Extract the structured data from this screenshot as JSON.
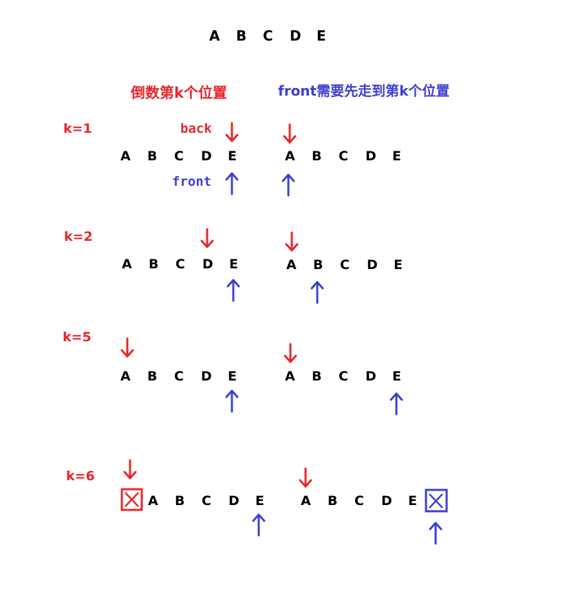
{
  "colors": {
    "red": "#e8262d",
    "blue": "#3f3fcf",
    "black": "#000000"
  },
  "top_sequence": [
    "A",
    "B",
    "C",
    "D",
    "E"
  ],
  "headings": {
    "left": "倒数第k个位置",
    "right": "front需要先走到第k个位置"
  },
  "pointer_labels": {
    "back": "back",
    "front": "front"
  },
  "rows": [
    {
      "k_label": "k=1"
    },
    {
      "k_label": "k=2"
    },
    {
      "k_label": "k=5"
    },
    {
      "k_label": "k=6"
    }
  ],
  "sequence_letters": [
    "A",
    "B",
    "C",
    "D",
    "E"
  ]
}
